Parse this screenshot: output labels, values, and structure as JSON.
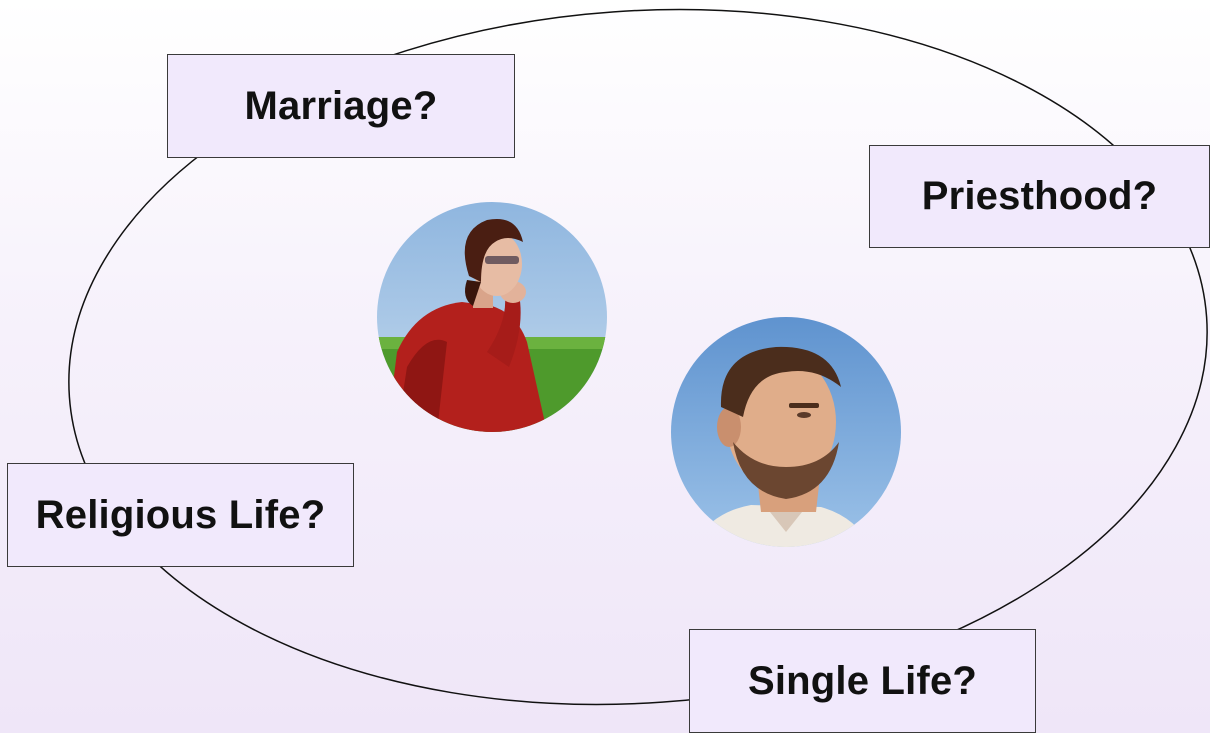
{
  "diagram": {
    "labels": {
      "marriage": "Marriage?",
      "priesthood": "Priesthood?",
      "religious_life": "Religious Life?",
      "single_life": "Single Life?"
    },
    "photos": {
      "woman": "woman-thinking-photo",
      "man": "man-looking-up-photo"
    }
  },
  "colors": {
    "background_top": "#ffffff",
    "background_bottom": "#efe6f8",
    "box_fill": "#f1e9fc",
    "outline": "#111111",
    "sky": "#a9c8e6",
    "grass": "#4e9a2c",
    "jacket": "#b3201c"
  }
}
